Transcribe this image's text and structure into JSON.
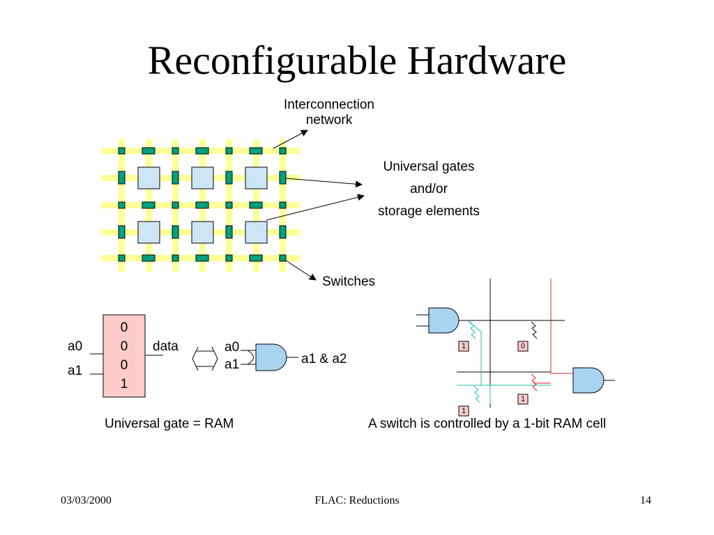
{
  "slide": {
    "title": "Reconfigurable Hardware",
    "labels": {
      "interconnection": [
        "Interconnection",
        "network"
      ],
      "universal_gates": [
        "Universal gates",
        "and/or",
        "storage elements"
      ],
      "switches": "Switches"
    },
    "ram": {
      "inputs": [
        "a0",
        "a1"
      ],
      "cells": [
        "0",
        "0",
        "0",
        "1"
      ],
      "output": "data",
      "caption": "Universal gate = RAM"
    },
    "gate": {
      "inputs": [
        "a0",
        "a1"
      ],
      "output": "a1 & a2"
    },
    "switch_diagram": {
      "ram_bits": [
        "1",
        "0",
        "1",
        "1"
      ],
      "caption": "A switch is controlled by a 1-bit RAM cell"
    },
    "footer": {
      "date": "03/03/2000",
      "course": "FLAC: Reductions",
      "page": "14"
    }
  },
  "colors": {
    "wire_yellow": "#ffff99",
    "switch_green": "#00a080",
    "block_blue": "#cce6f5",
    "ram_pink": "#ffcccc",
    "gate_blue": "#a9d4f0",
    "red_line": "#e02020",
    "teal_line": "#20c0a0"
  }
}
